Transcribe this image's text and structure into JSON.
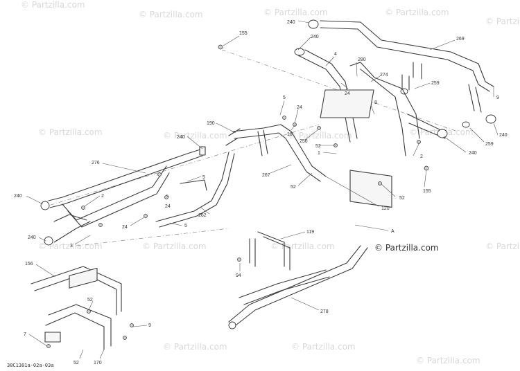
{
  "watermark": {
    "text": "© Partzilla.com"
  },
  "brand": {
    "text": "© Partzilla.com"
  },
  "reference_code": "38C1301a-02a-03a",
  "callouts": {
    "c155a": "155",
    "c240a": "240",
    "c240b": "240",
    "c4": "4",
    "c269": "269",
    "c280": "280",
    "c274": "274",
    "c24a": "24",
    "c259a": "259",
    "c9a": "9",
    "c240c": "240",
    "c259b": "259",
    "c240d": "240",
    "c5a": "5",
    "c24b": "24",
    "c8": "8",
    "c18": "18",
    "c190": "190",
    "c256": "256",
    "c52a": "52",
    "c1": "1",
    "c2a": "2",
    "c240e": "240",
    "c276": "276",
    "c267": "267",
    "c155b": "155",
    "c5b": "5",
    "c52b": "52",
    "c52c": "52",
    "c240f": "240",
    "c2b": "2",
    "c24c": "24",
    "c120": "120",
    "c262": "262",
    "c24d": "24",
    "c5c": "5",
    "c240g": "240",
    "c3": "3",
    "c119": "119",
    "cA": "A",
    "c156": "156",
    "c94": "94",
    "c52d": "52",
    "c278": "278",
    "c9b": "9",
    "c7": "7",
    "c52e": "52",
    "c170": "170"
  }
}
